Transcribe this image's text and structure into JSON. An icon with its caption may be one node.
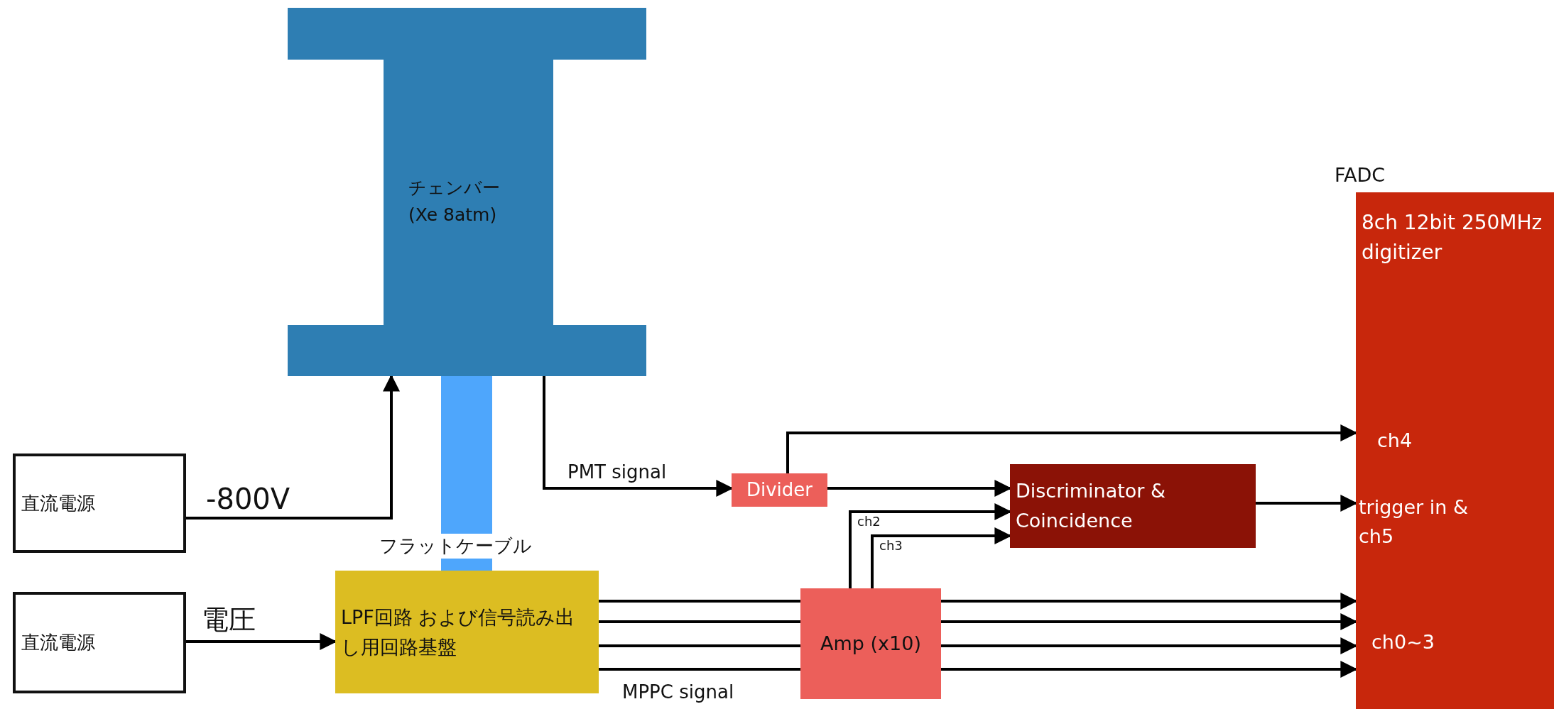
{
  "diagram": {
    "nodes": [
      {
        "text": [
          "チェンバー (Xe 8atm)"
        ]
      },
      {
        "text": [
          "直流電源"
        ]
      },
      {
        "text": [
          "直流電源"
        ]
      },
      {
        "text": [
          "LPF回路 および信号読み出し用回路基盤"
        ]
      },
      {
        "text": [
          "Divider"
        ]
      },
      {
        "text": [
          "Discriminator & Coincidence"
        ]
      },
      {
        "text": [
          "Amp (x10)"
        ]
      },
      {
        "text": [
          "8ch 12bit 250MHz digitizer",
          "ch4",
          "trigger in & ch5",
          "ch0~3"
        ],
        "beside": [
          "FADC"
        ]
      }
    ],
    "edges": [
      {
        "from": 1,
        "to": 0,
        "arrow": "to",
        "label": "-800V"
      },
      {
        "from": 0,
        "to": 3,
        "arrow": "none",
        "label": "フラットケーブル",
        "style": "thick",
        "color": "#4ea6fc"
      },
      {
        "from": 2,
        "to": 3,
        "arrow": "to",
        "label": "電圧"
      },
      {
        "from": 0,
        "to": 4,
        "arrow": "to",
        "label": "PMT signal"
      },
      {
        "from": 4,
        "to": 7,
        "arrow": "to"
      },
      {
        "from": 4,
        "to": 5,
        "arrow": "to"
      },
      {
        "from": 6,
        "to": 5,
        "arrow": "to",
        "label": "ch2"
      },
      {
        "from": 6,
        "to": 5,
        "arrow": "to",
        "label": "ch3"
      },
      {
        "from": 5,
        "to": 7,
        "arrow": "to"
      },
      {
        "from": 3,
        "to": 6,
        "arrow": "none"
      },
      {
        "from": 3,
        "to": 6,
        "arrow": "none"
      },
      {
        "from": 3,
        "to": 6,
        "arrow": "none"
      },
      {
        "from": 3,
        "to": 6,
        "arrow": "none",
        "label": "MPPC signal"
      },
      {
        "from": 6,
        "to": 7,
        "arrow": "to"
      },
      {
        "from": 6,
        "to": 7,
        "arrow": "to"
      },
      {
        "from": 6,
        "to": 7,
        "arrow": "to"
      },
      {
        "from": 6,
        "to": 7,
        "arrow": "to"
      }
    ]
  }
}
